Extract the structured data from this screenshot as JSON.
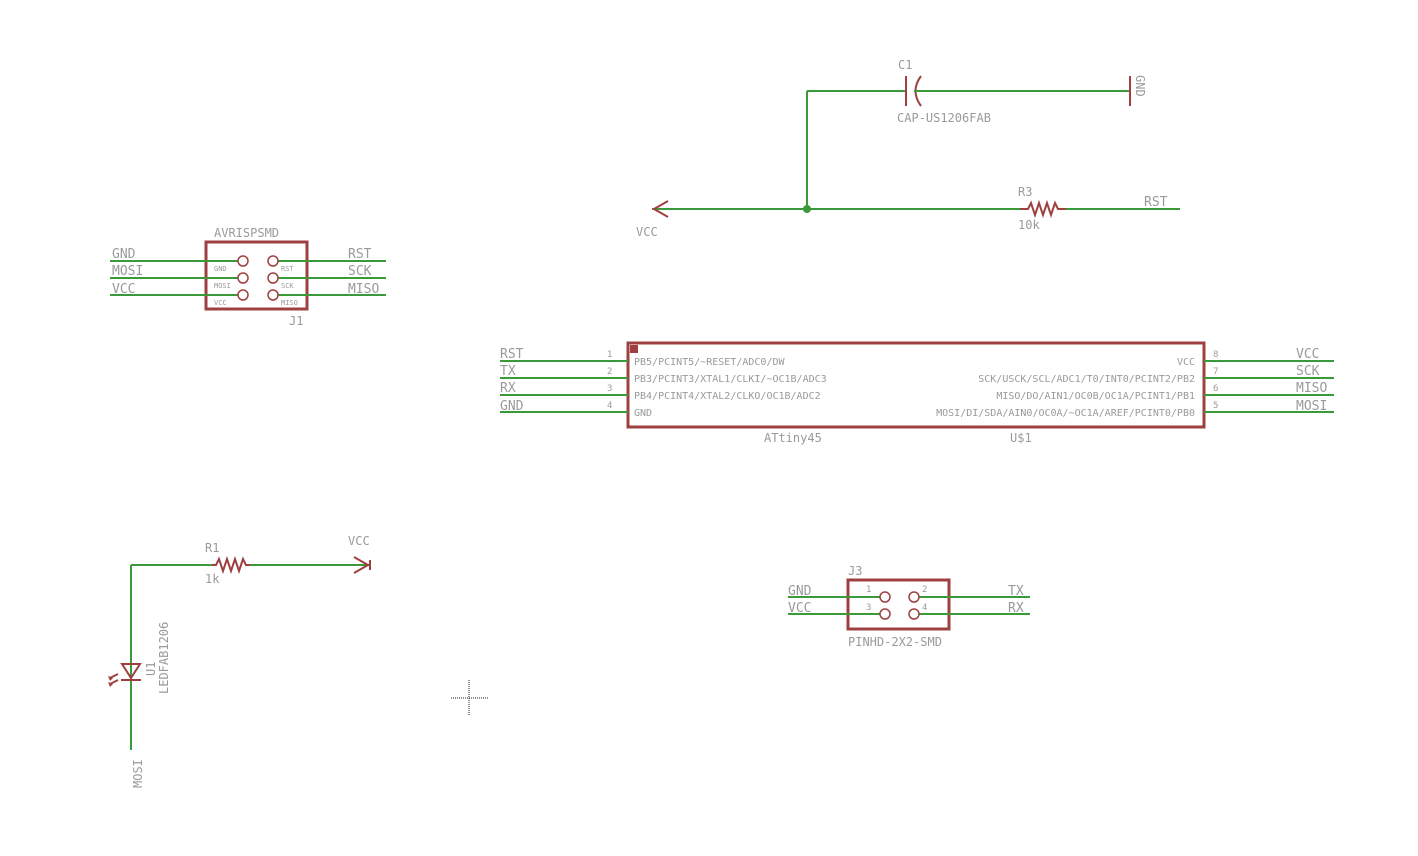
{
  "c1": {
    "name": "C1",
    "value": "CAP-US1206FAB",
    "gnd": "GND"
  },
  "r3": {
    "name": "R3",
    "value": "10k",
    "net_right": "RST"
  },
  "vcc_top": "VCC",
  "j1": {
    "title": "AVRISPSMD",
    "name": "J1",
    "left_nets": [
      "GND",
      "MOSI",
      "VCC"
    ],
    "right_nets": [
      "RST",
      "SCK",
      "MISO"
    ],
    "left_pins": [
      "GND",
      "MOSI",
      "VCC"
    ],
    "right_pins": [
      "RST",
      "SCK",
      "MISO"
    ]
  },
  "u1": {
    "value": "ATtiny45",
    "name": "U$1",
    "left": [
      {
        "net": "RST",
        "num": "1",
        "pin": "PB5/PCINT5/~RESET/ADC0/DW"
      },
      {
        "net": "TX",
        "num": "2",
        "pin": "PB3/PCINT3/XTAL1/CLKI/~OC1B/ADC3"
      },
      {
        "net": "RX",
        "num": "3",
        "pin": "PB4/PCINT4/XTAL2/CLKO/OC1B/ADC2"
      },
      {
        "net": "GND",
        "num": "4",
        "pin": "GND"
      }
    ],
    "right": [
      {
        "net": "VCC",
        "num": "8",
        "pin": "VCC"
      },
      {
        "net": "SCK",
        "num": "7",
        "pin": "SCK/USCK/SCL/ADC1/T0/INT0/PCINT2/PB2"
      },
      {
        "net": "MISO",
        "num": "6",
        "pin": "MISO/DO/AIN1/OC0B/OC1A/PCINT1/PB1"
      },
      {
        "net": "MOSI",
        "num": "5",
        "pin": "MOSI/DI/SDA/AIN0/OC0A/~OC1A/AREF/PCINT0/PB0"
      }
    ]
  },
  "r1": {
    "name": "R1",
    "value": "1k",
    "vcc": "VCC"
  },
  "led": {
    "name": "U1",
    "value": "LEDFAB1206",
    "net": "MOSI"
  },
  "j3": {
    "name": "J3",
    "value": "PINHD-2X2-SMD",
    "left_nets": [
      "GND",
      "VCC"
    ],
    "right_nets": [
      "TX",
      "RX"
    ],
    "pin_nums": [
      "1",
      "2",
      "3",
      "4"
    ]
  }
}
